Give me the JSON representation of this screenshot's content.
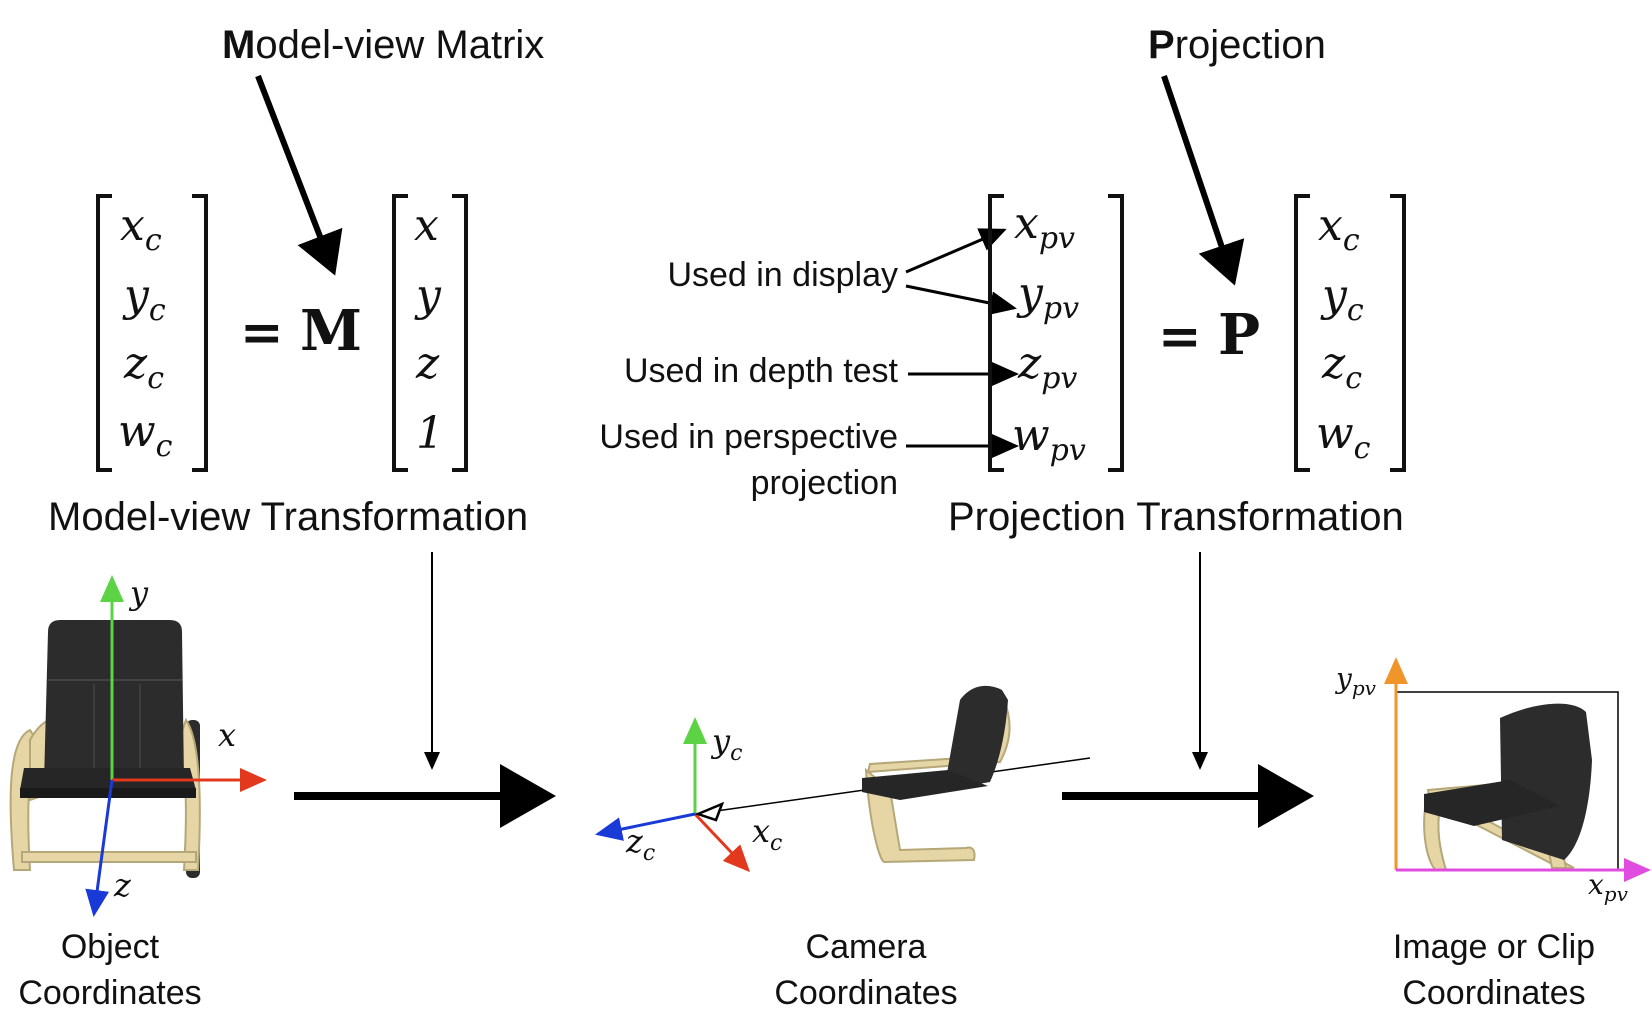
{
  "headers": {
    "modelview_bold": "M",
    "modelview_rest": "odel-view Matrix",
    "projection_bold": "P",
    "projection_rest": "rojection"
  },
  "equation1": {
    "left_vector": [
      {
        "base": "x",
        "sub": "c"
      },
      {
        "base": "y",
        "sub": "c"
      },
      {
        "base": "z",
        "sub": "c"
      },
      {
        "base": "w",
        "sub": "c"
      }
    ],
    "equals": "=",
    "matrix": "M",
    "right_vector": [
      "x",
      "y",
      "z",
      "1"
    ],
    "caption": "Model-view Transformation"
  },
  "equation2": {
    "left_vector": [
      {
        "base": "x",
        "sub": "pv"
      },
      {
        "base": "y",
        "sub": "pv"
      },
      {
        "base": "z",
        "sub": "pv"
      },
      {
        "base": "w",
        "sub": "pv"
      }
    ],
    "equals": "=",
    "matrix": "P",
    "right_vector": [
      {
        "base": "x",
        "sub": "c"
      },
      {
        "base": "y",
        "sub": "c"
      },
      {
        "base": "z",
        "sub": "c"
      },
      {
        "base": "w",
        "sub": "c"
      }
    ],
    "caption": "Projection Transformation"
  },
  "annotations": {
    "display": "Used in display",
    "depth": "Used in depth test",
    "perspective_line1": "Used in perspective",
    "perspective_line2": "projection"
  },
  "object_panel": {
    "axis_y": "y",
    "axis_x": "x",
    "axis_z": "z",
    "caption_line1": "Object",
    "caption_line2": "Coordinates"
  },
  "camera_panel": {
    "axis_y": {
      "base": "y",
      "sub": "c"
    },
    "axis_x": {
      "base": "x",
      "sub": "c"
    },
    "axis_z": {
      "base": "z",
      "sub": "c"
    },
    "caption_line1": "Camera",
    "caption_line2": "Coordinates"
  },
  "image_panel": {
    "axis_y": {
      "base": "y",
      "sub": "pv"
    },
    "axis_x": {
      "base": "x",
      "sub": "pv"
    },
    "caption_line1": "Image or Clip",
    "caption_line2": "Coordinates"
  },
  "colors": {
    "y_axis": "#5bd345",
    "x_axis": "#e2381e",
    "z_axis": "#1a3ad8",
    "ypv_axis": "#f0952a",
    "xpv_axis": "#e04ce0",
    "chair_frame": "#e6d6a6",
    "chair_cushion": "#2c2c2c"
  }
}
